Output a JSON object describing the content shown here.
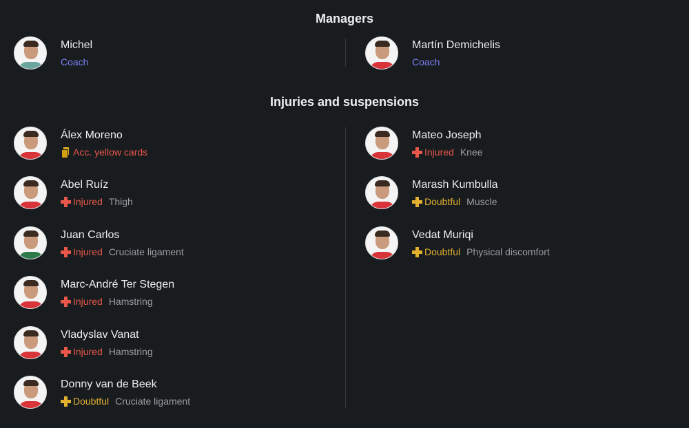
{
  "managers": {
    "title": "Managers",
    "items": [
      {
        "name": "Michel",
        "role": "Coach"
      },
      {
        "name": "Martín Demichelis",
        "role": "Coach"
      }
    ]
  },
  "injuries": {
    "title": "Injuries and suspensions",
    "left": [
      {
        "name": "Álex Moreno",
        "status": "Acc. yellow cards",
        "reason": "",
        "icon": "yellow-cards-icon"
      },
      {
        "name": "Abel Ruíz",
        "status": "Injured",
        "reason": "Thigh",
        "icon": "injury-cross-icon"
      },
      {
        "name": "Juan Carlos",
        "status": "Injured",
        "reason": "Cruciate ligament",
        "icon": "injury-cross-icon"
      },
      {
        "name": "Marc-André Ter Stegen",
        "status": "Injured",
        "reason": "Hamstring",
        "icon": "injury-cross-icon"
      },
      {
        "name": "Vladyslav Vanat",
        "status": "Injured",
        "reason": "Hamstring",
        "icon": "injury-cross-icon"
      },
      {
        "name": "Donny van de Beek",
        "status": "Doubtful",
        "reason": "Cruciate ligament",
        "icon": "doubtful-cross-icon"
      }
    ],
    "right": [
      {
        "name": "Mateo Joseph",
        "status": "Injured",
        "reason": "Knee",
        "icon": "injury-cross-icon"
      },
      {
        "name": "Marash Kumbulla",
        "status": "Doubtful",
        "reason": "Muscle",
        "icon": "doubtful-cross-icon"
      },
      {
        "name": "Vedat Muriqi",
        "status": "Doubtful",
        "reason": "Physical discomfort",
        "icon": "doubtful-cross-icon"
      }
    ]
  },
  "colors": {
    "background": "#181c1f",
    "coach": "#7b7ff5",
    "injured": "#e8574a",
    "doubtful": "#e3b030",
    "reason": "#9a9ea2"
  }
}
